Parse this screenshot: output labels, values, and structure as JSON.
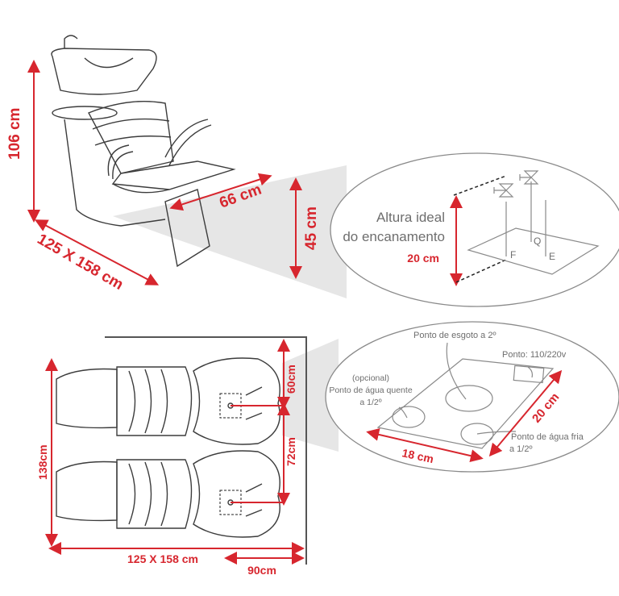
{
  "top_view": {
    "height_label": "106 cm",
    "footprint_label": "125 X 158 cm",
    "footrest_label": "66 cm",
    "seat_height_label": "45 cm"
  },
  "plumbing_detail": {
    "title_line1": "Altura ideal",
    "title_line2": "do encanamento",
    "height_label": "20 cm",
    "pipe_labels": [
      "F",
      "Q",
      "E"
    ]
  },
  "floor_plan": {
    "top_gap_label": "60cm",
    "spacing_label": "72cm",
    "total_height_label": "138cm",
    "footprint_label": "125 X 158 cm",
    "depth_label": "90cm"
  },
  "floor_detail": {
    "drain_label": "Ponto de esgoto a 2º",
    "power_label": "Ponto: 110/220v",
    "hot_water_line1": "(opcional)",
    "hot_water_line2": "Ponto de água quente",
    "hot_water_line3": "a 1/2º",
    "cold_water_line1": "Ponto de água fria",
    "cold_water_line2": "a 1/2º",
    "width_label": "18 cm",
    "depth_label": "20 cm"
  },
  "colors": {
    "accent": "#d7262e",
    "line": "#3c3c3c",
    "text": "#6e6e6e"
  }
}
